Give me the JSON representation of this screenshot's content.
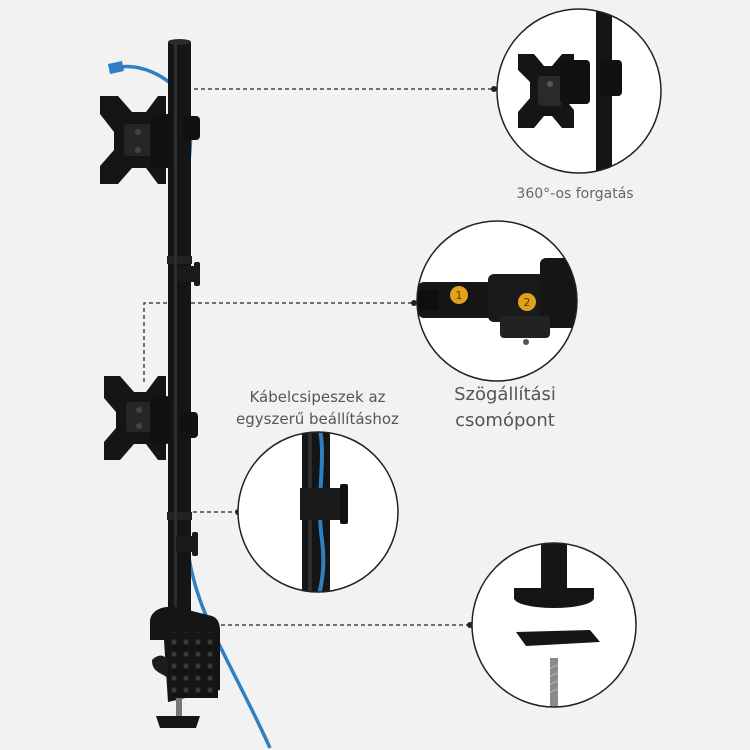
{
  "callouts": {
    "rotation": {
      "text": "360°-os forgatás"
    },
    "cable_clips": {
      "line1": "Kábelcsipeszek az",
      "line2": "egyszerű beállításhoz"
    },
    "angle_joint": {
      "line1": "Szögállítási",
      "line2": "csomópont",
      "marker1": "1",
      "marker2": "2"
    }
  },
  "colors": {
    "background": "#f2f2f2",
    "metal": "#151515",
    "cable": "#2f7fc1",
    "dashed_line": "#444444",
    "marker": "#e0a21c"
  }
}
